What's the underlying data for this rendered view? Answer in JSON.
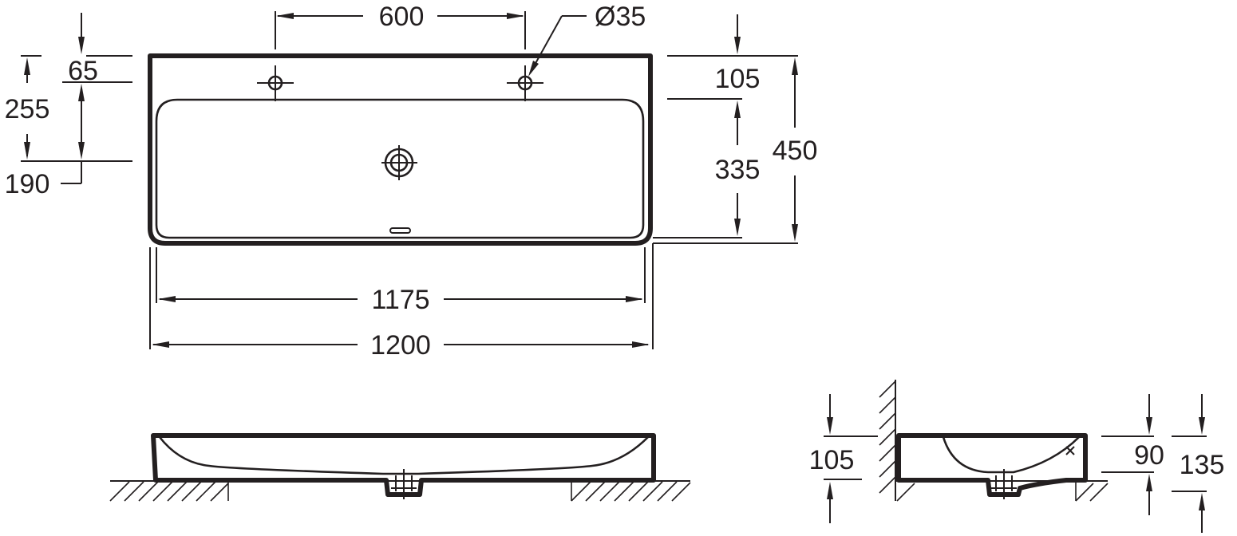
{
  "dimensions": {
    "tap_spacing": "600",
    "tap_hole_diameter": "Ø35",
    "top_to_tap": "65",
    "top_to_waste": "255",
    "tap_to_waste": "190",
    "rim_depth": "105",
    "bowl_depth": "335",
    "total_depth": "450",
    "bowl_width": "1175",
    "total_width": "1200",
    "side_height": "105",
    "inner_depth": "90",
    "total_height": "135"
  },
  "colors": {
    "line": "#231f20",
    "background": "#ffffff"
  }
}
